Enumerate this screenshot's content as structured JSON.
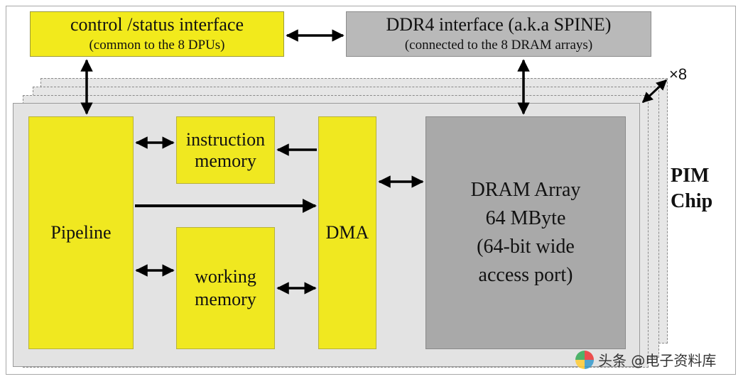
{
  "control_interface": {
    "title": "control /status interface",
    "subtitle": "(common to the 8 DPUs)"
  },
  "ddr4_interface": {
    "title": "DDR4 interface (a.k.a SPINE)",
    "subtitle": "(connected to the 8 DRAM arrays)"
  },
  "blocks": {
    "pipeline": "Pipeline",
    "instruction_memory": [
      "instruction",
      "memory"
    ],
    "working_memory": [
      "working",
      "memory"
    ],
    "dma": "DMA",
    "dram_array": [
      "DRAM Array",
      "64 MByte",
      "(64-bit wide",
      "access port)"
    ]
  },
  "chip_label": [
    "PIM",
    "Chip"
  ],
  "multiplier": "×8",
  "watermark": "头条 @电子资料库",
  "colors": {
    "yellow": "#f0e820",
    "gray": "#b9b9b9",
    "dram": "#a9a9a9"
  }
}
